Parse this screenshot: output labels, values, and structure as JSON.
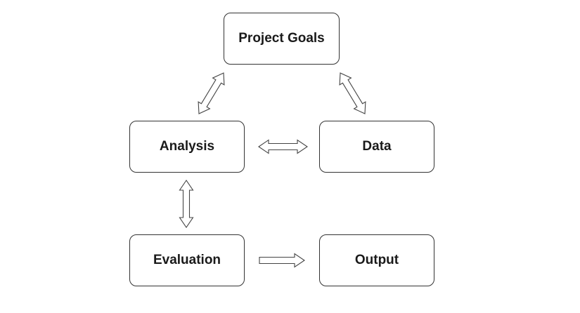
{
  "diagram": {
    "nodes": {
      "goals": "Project Goals",
      "analysis": "Analysis",
      "data": "Data",
      "evaluation": "Evaluation",
      "output": "Output"
    },
    "edges": [
      {
        "from": "Project Goals",
        "to": "Analysis",
        "direction": "both"
      },
      {
        "from": "Project Goals",
        "to": "Data",
        "direction": "both"
      },
      {
        "from": "Analysis",
        "to": "Data",
        "direction": "both"
      },
      {
        "from": "Analysis",
        "to": "Evaluation",
        "direction": "both"
      },
      {
        "from": "Evaluation",
        "to": "Output",
        "direction": "forward"
      }
    ],
    "colors": {
      "background": "#ffffff",
      "border": "#333333",
      "text": "#1a1a1a"
    }
  }
}
